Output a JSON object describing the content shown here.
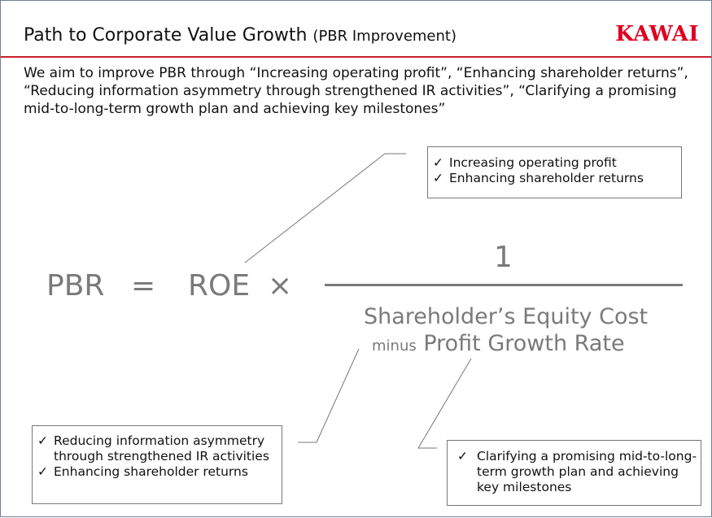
{
  "title": {
    "main": "Path to Corporate Value Growth",
    "sub": "(PBR Improvement)"
  },
  "logo": "KAWAI",
  "intro": "We aim to improve PBR through “Increasing operating profit”, “Enhancing shareholder returns”, “Reducing information asymmetry through strengthened IR activities”, “Clarifying a promising mid-to-long-term growth plan and achieving key milestones”",
  "formula": {
    "lhs": "PBR",
    "equals": "=",
    "roe": "ROE",
    "times": "×",
    "numerator": "1",
    "denominator_line1": "Shareholder’s Equity Cost",
    "denominator_minus": "minus",
    "denominator_line2": "Profit Growth Rate"
  },
  "check_mark": "✓",
  "box_roe": {
    "items": [
      "Increasing operating profit",
      "Enhancing shareholder returns"
    ]
  },
  "box_equity_cost": {
    "items": [
      "Reducing information asymmetry through strengthened IR activities",
      "Enhancing shareholder returns"
    ]
  },
  "box_growth_rate": {
    "items": [
      "Clarifying a promising mid-to-long-term growth plan and achieving key milestones"
    ]
  }
}
